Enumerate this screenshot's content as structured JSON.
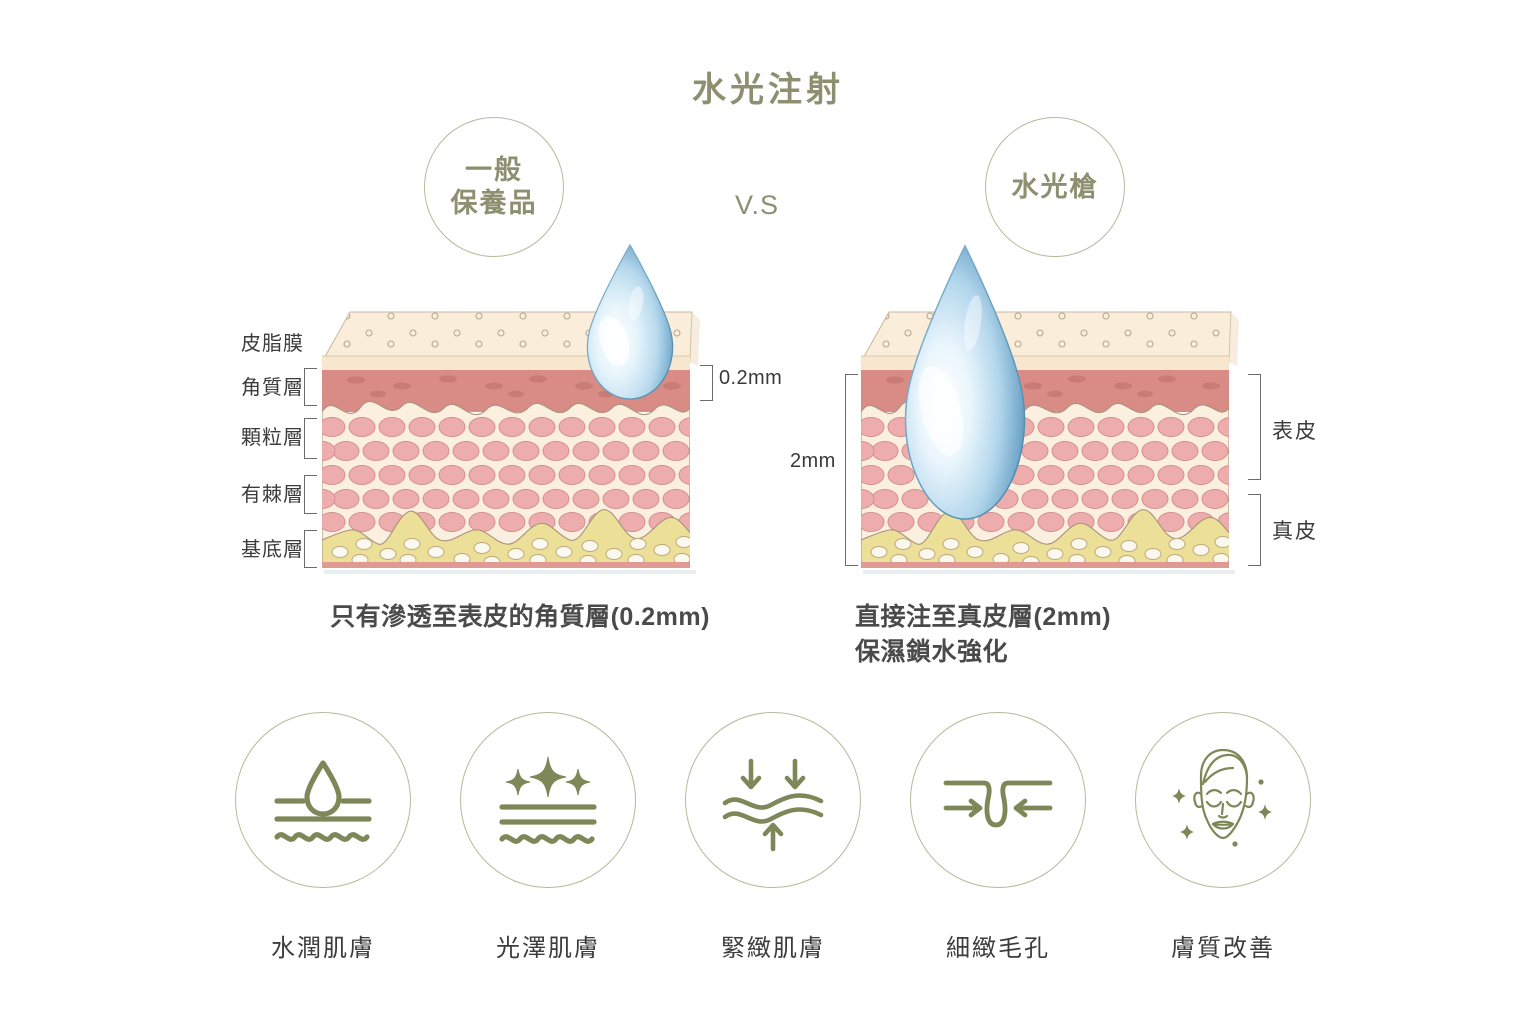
{
  "header": {
    "title": "水光注射",
    "vs_label": "V.S",
    "accent_color": "#8c9070",
    "circle_border_color": "#b9b89a"
  },
  "compare": {
    "left": {
      "badge_line1": "一般",
      "badge_line2": "保養品",
      "depth_label": "0.2mm",
      "caption_line1": "只有滲透至表皮的角質層(0.2mm)",
      "caption_line2": ""
    },
    "right": {
      "badge_line1": "水光槍",
      "badge_line2": "",
      "depth_label": "2mm",
      "caption_line1": "直接注至真皮層(2mm)",
      "caption_line2": "保濕鎖水強化"
    }
  },
  "skin_layers": {
    "labels": [
      {
        "name": "皮脂膜",
        "has_bracket": false
      },
      {
        "name": "角質層",
        "has_bracket": true
      },
      {
        "name": "顆粒層",
        "has_bracket": true
      },
      {
        "name": "有棘層",
        "has_bracket": true
      },
      {
        "name": "基底層",
        "has_bracket": true
      }
    ],
    "right_side_labels": [
      {
        "name": "表皮"
      },
      {
        "name": "真皮"
      }
    ],
    "colors": {
      "surface": "#f7e7cf",
      "surface_top": "#faeeda",
      "horny": "#d98b85",
      "cell_matrix": "#fbf0e0",
      "cell": "#eeadad",
      "fat": "#ecdf97",
      "fat_pore": "#fbf8ee",
      "base_strip": "#e09a94",
      "outline": "#b4a48c"
    },
    "droplet_colors": {
      "light": "#eaf6fc",
      "mid": "#bcdcef",
      "dark": "#6fa9c9",
      "edge": "#4e88aa"
    }
  },
  "benefits": [
    {
      "icon": "water-drop-waves-icon",
      "label": "水潤肌膚"
    },
    {
      "icon": "sparkles-waves-icon",
      "label": "光澤肌膚"
    },
    {
      "icon": "firming-arrows-icon",
      "label": "緊緻肌膚"
    },
    {
      "icon": "pore-arrows-icon",
      "label": "細緻毛孔"
    },
    {
      "icon": "glowing-face-icon",
      "label": "膚質改善"
    }
  ]
}
